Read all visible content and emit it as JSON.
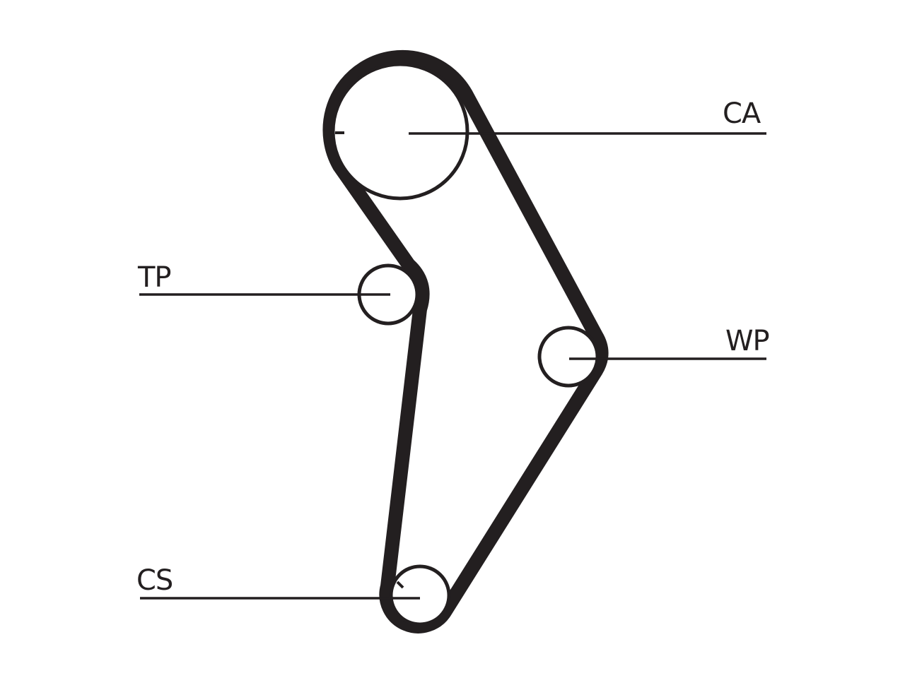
{
  "diagram": {
    "colors": {
      "ink": "#231f20",
      "background": "#ffffff"
    },
    "labels": {
      "ca": "CA",
      "tp": "TP",
      "wp": "WP",
      "cs": "CS"
    }
  }
}
